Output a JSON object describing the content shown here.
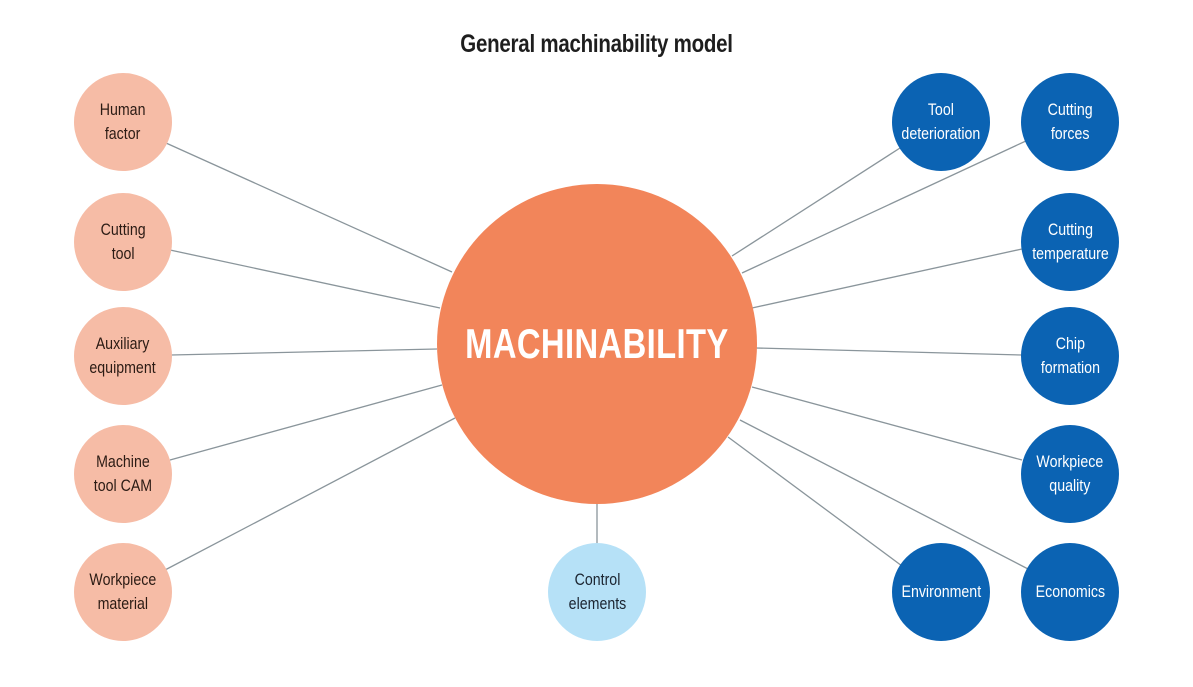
{
  "title": "General machinability model",
  "center": {
    "label": "MACHINABILITY",
    "color": "#f2855a"
  },
  "colors": {
    "left_nodes": "#f6bca6",
    "right_nodes": "#0b63b3",
    "bottom_node": "#b6e1f7",
    "connector": "#8a959b"
  },
  "left_nodes": [
    {
      "label": "Human\nfactor"
    },
    {
      "label": "Cutting\ntool"
    },
    {
      "label": "Auxiliary\nequipment"
    },
    {
      "label": "Machine\ntool CAM"
    },
    {
      "label": "Workpiece\nmaterial"
    }
  ],
  "right_nodes": [
    {
      "label": "Tool\ndeterioration"
    },
    {
      "label": "Cutting\nforces"
    },
    {
      "label": "Cutting\ntemperature"
    },
    {
      "label": "Chip\nformation"
    },
    {
      "label": "Workpiece\nquality"
    },
    {
      "label": "Environment"
    },
    {
      "label": "Economics"
    }
  ],
  "bottom_node": {
    "label": "Control\nelements"
  }
}
